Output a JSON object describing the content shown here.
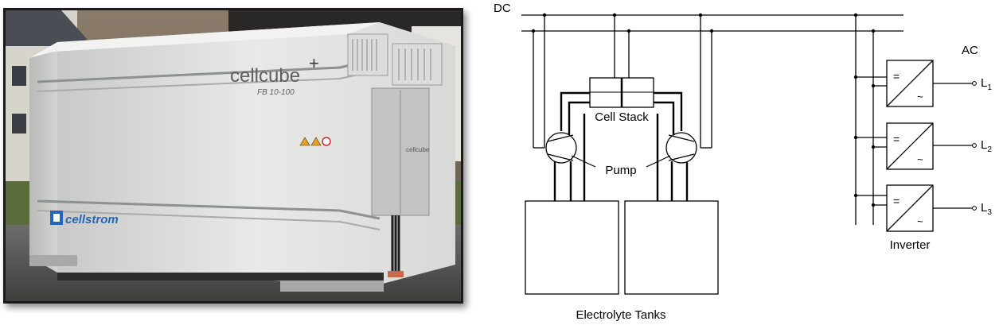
{
  "photo": {
    "brand_logo_text": "cellstrom",
    "product_logo_text": "cellcube",
    "model_text": "FB 10-100",
    "cabinet_logo_text": "cellcube"
  },
  "diagram": {
    "dc_label": "DC",
    "ac_label": "AC",
    "cell_stack_label": "Cell Stack",
    "pump_label": "Pump",
    "electrolyte_tanks_label": "Electrolyte Tanks",
    "inverter_label": "Inverter",
    "inverter_dc_symbol": "=",
    "inverter_ac_symbol": "~",
    "phase_letter": "L",
    "phases": [
      "1",
      "2",
      "3"
    ]
  }
}
